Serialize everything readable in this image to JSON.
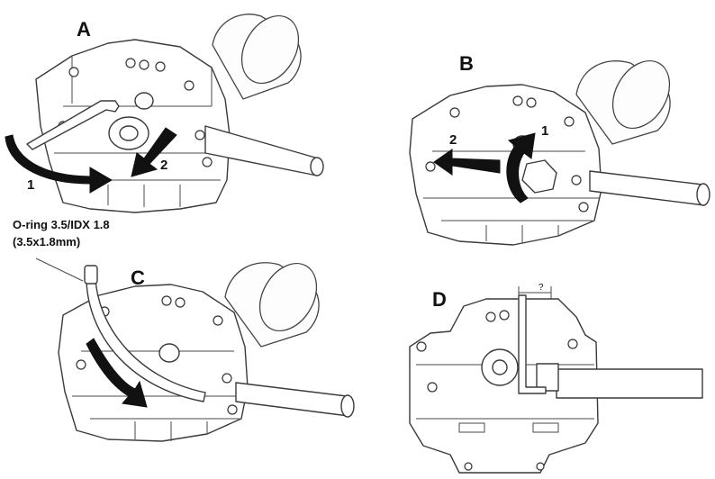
{
  "panels": {
    "a": {
      "label": "A",
      "step1": "1",
      "step2": "2"
    },
    "b": {
      "label": "B",
      "step1": "1",
      "step2": "2"
    },
    "c": {
      "label": "C",
      "callout_line1": "O-ring 3.5/IDX 1.8",
      "callout_line2": "(3.5x1.8mm)"
    },
    "d": {
      "label": "D",
      "dim_mark": "?"
    }
  },
  "colors": {
    "line": "#3a3a3a",
    "arrow": "#111111",
    "background": "#ffffff"
  }
}
